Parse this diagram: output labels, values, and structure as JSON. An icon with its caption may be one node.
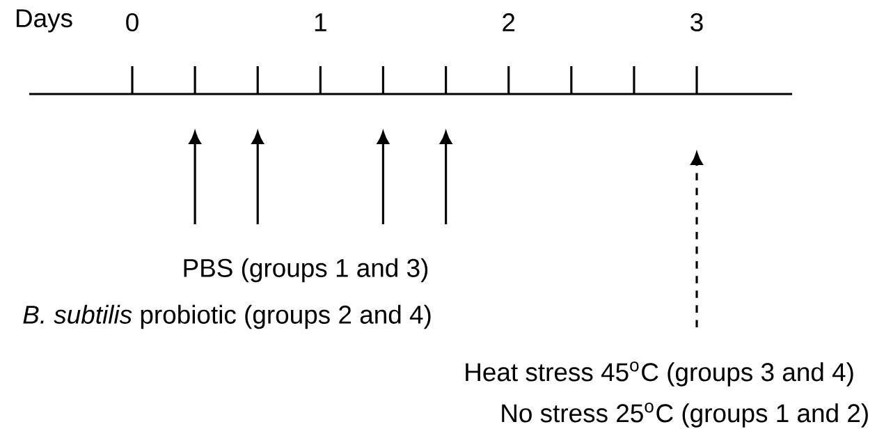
{
  "diagram": {
    "labels": [
      "Days",
      "0",
      "1",
      "2",
      "3",
      "PBS (groups 1 and 3)",
      "*B. subtilis* probiotic (groups 2 and 4)",
      "Heat stress 45$^{o}$C (groups 3 and 4)",
      "No stress 25$^{o}$C (groups 1 and 2)"
    ]
  }
}
